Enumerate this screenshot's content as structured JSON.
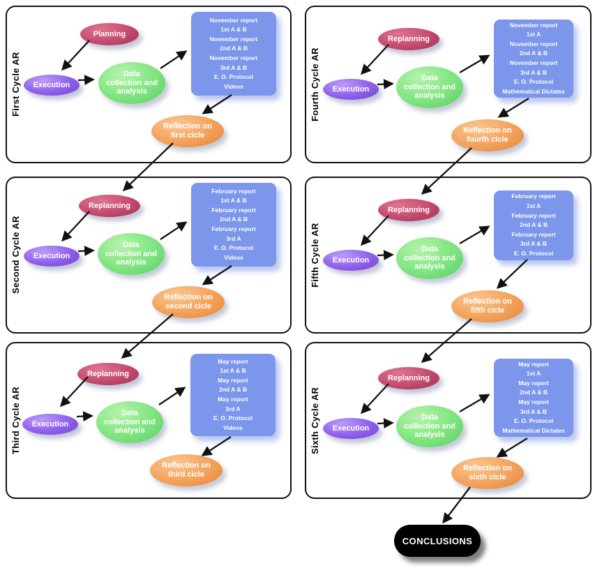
{
  "panels": [
    {
      "label": "First Cycle AR",
      "plan": "Planning",
      "execution": "Execution",
      "data_collection": "Data collection and analysis",
      "reports": [
        "November report",
        "1st A & B",
        "November report",
        "2nd A & B",
        "November report",
        "3rd A & B",
        "E. O. Protocol",
        "Videos"
      ],
      "reflection": "Reflection on first cicle"
    },
    {
      "label": "Second Cycle AR",
      "plan": "Replanning",
      "execution": "Execution",
      "data_collection": "Data collection and analysis",
      "reports": [
        "February report",
        "1st A & B",
        "February report",
        "2nd A & B",
        "February report",
        "3rd A",
        "E. O. Protocol",
        "Videos"
      ],
      "reflection": "Reflection on second cicle"
    },
    {
      "label": "Third Cycle AR",
      "plan": "Replanning",
      "execution": "Execution",
      "data_collection": "Data collection and analysis",
      "reports": [
        "May report",
        "1st A & B",
        "May report",
        "2nd A & B",
        "May report",
        "3rd A",
        "E. O. Protocol",
        "Videos"
      ],
      "reflection": "Reflection on third cicle"
    },
    {
      "label": "Fourth Cycle AR",
      "plan": "Replanning",
      "execution": "Execution",
      "data_collection": "Data collection and analysis",
      "reports": [
        "November report",
        "1st A",
        "November report",
        "2nd A & B",
        "November report",
        "3rd A & B",
        "E. O. Protocol",
        "Mathematical Dictates"
      ],
      "reflection": "Reflection on fourth cicle"
    },
    {
      "label": "Fifth Cycle AR",
      "plan": "Replanning",
      "execution": "Execution",
      "data_collection": "Data collection and analysis",
      "reports": [
        "February report",
        "1st A",
        "February report",
        "2nd A & B",
        "February report",
        "3rd A & B",
        "E. O. Protocol"
      ],
      "reflection": "Reflection on fifth cicle"
    },
    {
      "label": "Sixth Cycle AR",
      "plan": "Replanning",
      "execution": "Execution",
      "data_collection": "Data collection and analysis",
      "reports": [
        "May report",
        "1st A",
        "May report",
        "2nd A & B",
        "May report",
        "3rd A & B",
        "E. O. Protocol",
        "Mathematical Dictates"
      ],
      "reflection": "Reflection on sixth cicle"
    }
  ],
  "conclusions_label": "CONCLUSIONS",
  "colors": {
    "planning": "#c64f72",
    "execution": "#9163ec",
    "data_collection": "#7fe47f",
    "reports_box": "#7b96ea",
    "reflection": "#f3a159",
    "conclusions": "#000000"
  }
}
